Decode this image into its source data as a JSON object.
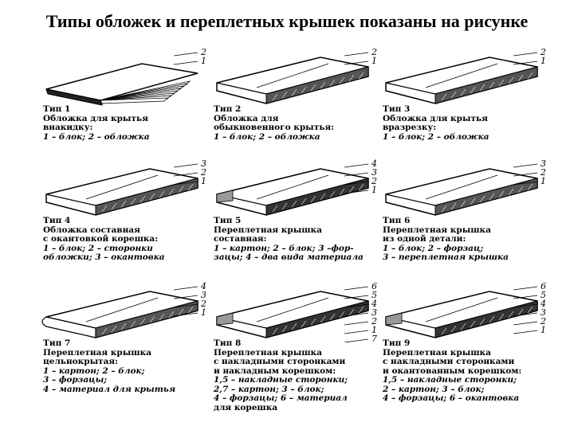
{
  "title": "Типы обложек и переплетных крышек показаны на рисунке",
  "types": [
    {
      "label": "Тип 1",
      "lines": [
        "Обложка для крытья",
        "внакидку:",
        "1 – блок; 2 – обложка"
      ],
      "callouts": [
        "2",
        "1"
      ]
    },
    {
      "label": "Тип 2",
      "lines": [
        "Обложка для",
        "обыкновенного крытья:",
        "1 – блок; 2 – обложка"
      ],
      "callouts": [
        "2",
        "1"
      ]
    },
    {
      "label": "Тип 3",
      "lines": [
        "Обложка для крытья",
        "вразрезку:",
        "1 – блок; 2 – обложка"
      ],
      "callouts": [
        "2",
        "1"
      ]
    },
    {
      "label": "Тип 4",
      "lines": [
        "Обложка составная",
        "с окантовкой корешка:",
        "1 – блок; 2 – сторонки",
        "обложки; 3 – окантовка"
      ],
      "callouts": [
        "3",
        "2",
        "1"
      ]
    },
    {
      "label": "Тип 5",
      "lines": [
        "Переплетная крышка",
        "составная:",
        "1 – картон; 2 – блок; 3 –фор-",
        "зацы; 4 – два вида материала"
      ],
      "callouts": [
        "4",
        "3",
        "2",
        "1"
      ]
    },
    {
      "label": "Тип 6",
      "lines": [
        "Переплетная крышка",
        "из одной детали:",
        "1 – блок; 2 – форзац;",
        "3 – переплетная крышка"
      ],
      "callouts": [
        "3",
        "2",
        "1"
      ]
    },
    {
      "label": "Тип 7",
      "lines": [
        "Переплетная крышка",
        "цельнокрытая:",
        "1 – картон; 2 – блок;",
        "3 – форзацы;",
        "4 – материал для крытья"
      ],
      "callouts": [
        "4",
        "3",
        "2",
        "1"
      ]
    },
    {
      "label": "Тип 8",
      "lines": [
        "Переплетная крышка",
        "с накладными сторонками",
        "и накладным корешком:",
        "1,5 – накладные сторонки;",
        "2,7 – картон; 3 – блок;",
        "4 – форзацы; 6 – материал",
        "для корешка"
      ],
      "callouts": [
        "6",
        "5",
        "4",
        "3",
        "2",
        "1",
        "7"
      ]
    },
    {
      "label": "Тип 9",
      "lines": [
        "Переплетная крышка",
        "с накладными сторонками",
        "и окантованным корешком:",
        "1,5 – накладные сторонки;",
        "2 – картон; 3 – блок;",
        "4 – форзацы; 6 – окантовка"
      ],
      "callouts": [
        "6",
        "5",
        "4",
        "3",
        "2",
        "1"
      ]
    }
  ]
}
